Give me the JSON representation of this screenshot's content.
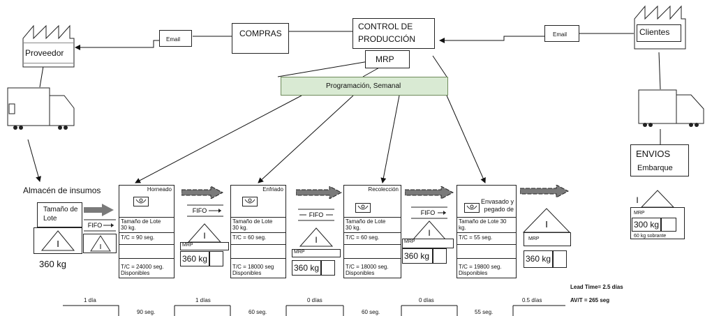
{
  "supplier": {
    "label": "Proveedor"
  },
  "customer": {
    "label": "Clientes"
  },
  "email_left": "Email",
  "email_right": "Email",
  "compras": "COMPRAS",
  "control": {
    "line1": "CONTROL DE",
    "line2": "PRODUCCIÓN"
  },
  "mrp_main": "MRP",
  "schedule": "Programación, Semanal",
  "envios": {
    "title": "ENVIOS",
    "subtitle": "Embarque"
  },
  "warehouse": {
    "title": "Almacén de insumos",
    "lot_line1": "Tamaño de",
    "lot_line2": "Lote",
    "qty": "360 kg"
  },
  "fifo": "FIFO",
  "processes": [
    {
      "title": "Horneado",
      "lot1": "Tamaño de Lote",
      "lot2": "30 kg.",
      "tc": "T/C = 90 seg.",
      "tc2": "T/C = 24000 seg.",
      "avail": "Disponibles"
    },
    {
      "title": "Enfriado",
      "lot1": "Tamaño de Lote",
      "lot2": "30 kg.",
      "tc": "T/C = 60 seg.",
      "tc2": "T/C = 18000 seg",
      "avail": "Disponibles"
    },
    {
      "title": "Recolección",
      "lot1": "Tamaño de Lote",
      "lot2": "30 kg.",
      "tc": "T/C = 60 seg.",
      "tc2": "T/C = 18000 seg.",
      "avail": "Disponibles"
    },
    {
      "title1": "Envasado y",
      "title2": "pegado de",
      "lot1": "Tamaño de Lote 30",
      "lot2": "kg.",
      "tc": "T/C = 55 seg.",
      "tc2": "T/C = 19800 seg.",
      "avail": "Disponibles"
    }
  ],
  "inventories": [
    {
      "tag": "MRP",
      "qty": "360 kg"
    },
    {
      "tag": "MRP",
      "qty": "360 kg"
    },
    {
      "tag": "MRP",
      "qty": "360 kg"
    },
    {
      "tag": "MRP",
      "qty": "360 kg"
    }
  ],
  "final_inventory": {
    "tag": "MRP",
    "qty": "300 kg",
    "note": "60 kg sobrante"
  },
  "timeline": {
    "days": [
      "1 día",
      "1 días",
      "0 días",
      "0 días",
      "0.5 días"
    ],
    "seconds": [
      "90 seg.",
      "60 seg.",
      "60 seg.",
      "55 seg."
    ],
    "lead_time": "Lead Time= 2.5 días",
    "va_time": "AV/T = 265 seg"
  }
}
